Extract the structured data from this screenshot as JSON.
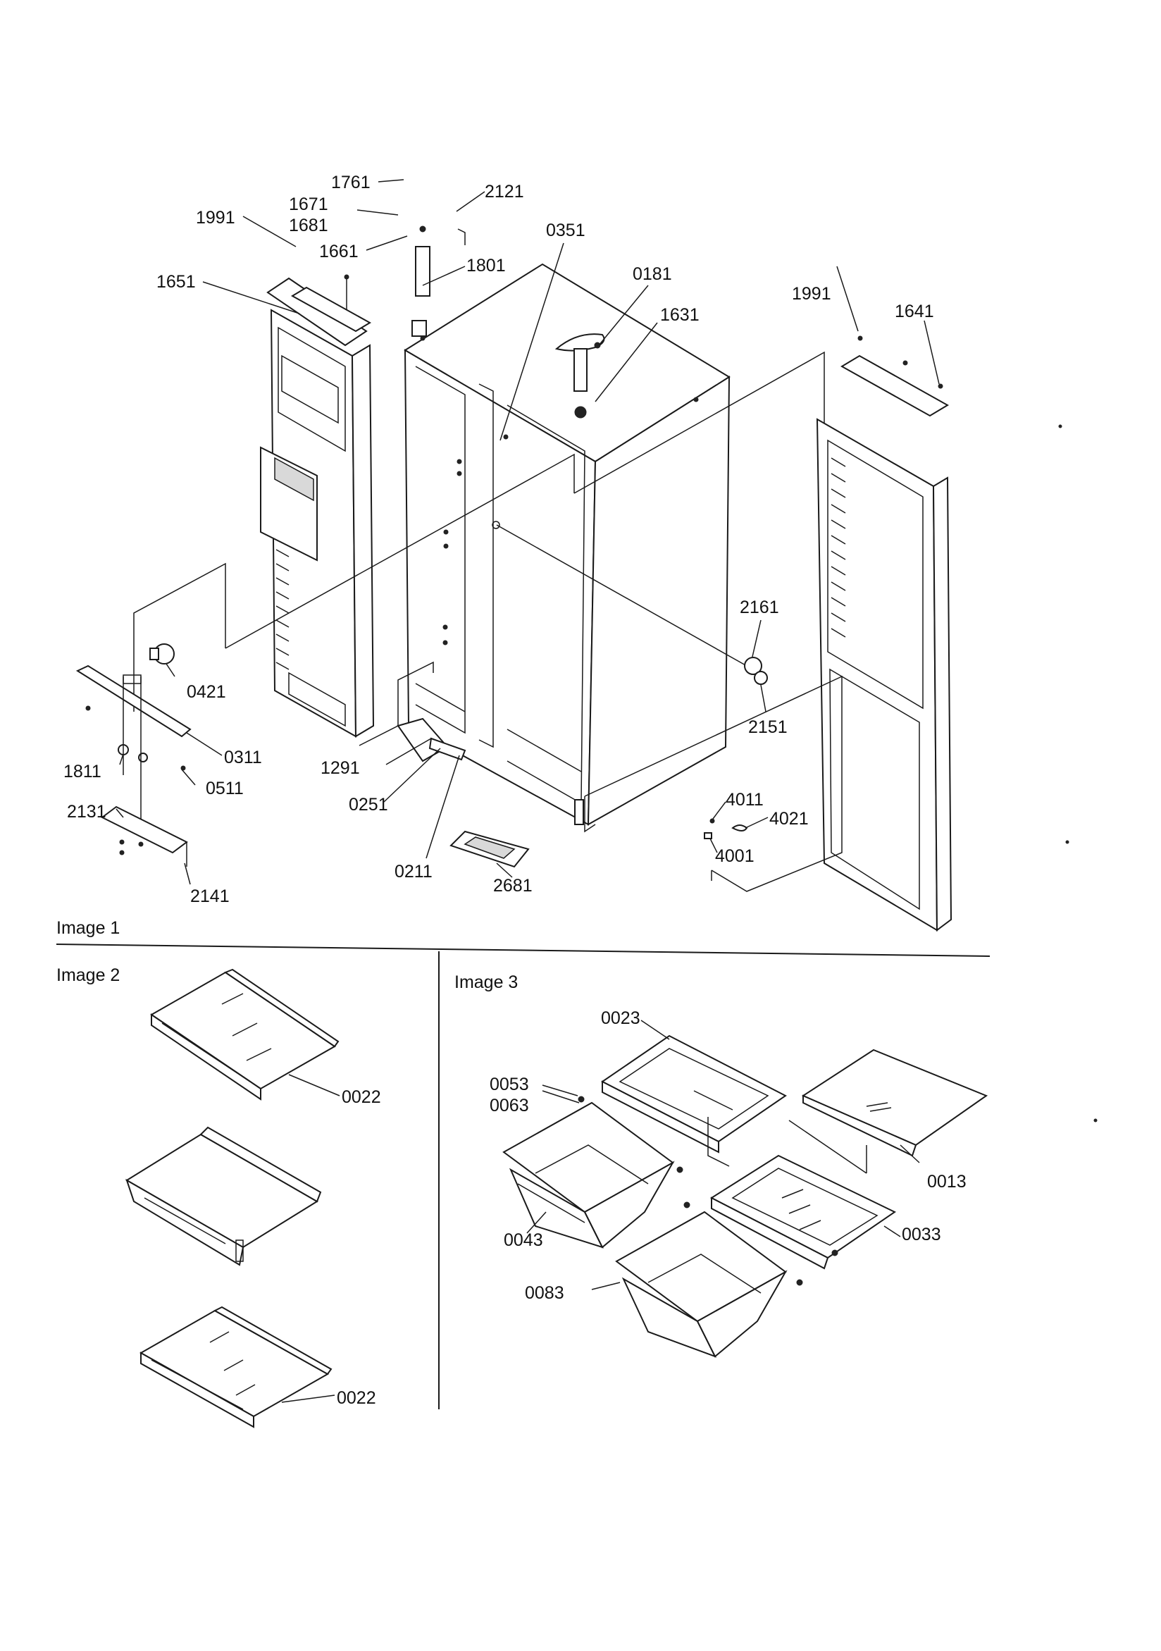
{
  "captions": {
    "image1": "Image 1",
    "image2": "Image 2",
    "image3": "Image 3"
  },
  "labels": {
    "p1761": "1761",
    "p1671": "1671",
    "p1681": "1681",
    "p1661": "1661",
    "p2121": "2121",
    "p1991_left": "1991",
    "p1651": "1651",
    "p1801": "1801",
    "p0351": "0351",
    "p0181": "0181",
    "p1631": "1631",
    "p1991_right": "1991",
    "p1641": "1641",
    "p2161": "2161",
    "p2151": "2151",
    "p0421": "0421",
    "p0311": "0311",
    "p0511": "0511",
    "p1811": "1811",
    "p2131": "2131",
    "p2141": "2141",
    "p1291": "1291",
    "p0251": "0251",
    "p0211": "0211",
    "p2681": "2681",
    "p4011": "4011",
    "p4021": "4021",
    "p4001": "4001",
    "p0022_top": "0022",
    "p0022_bottom": "0022",
    "p0023": "0023",
    "p0053": "0053",
    "p0063": "0063",
    "p0013": "0013",
    "p0043": "0043",
    "p0033": "0033",
    "p0083": "0083"
  }
}
